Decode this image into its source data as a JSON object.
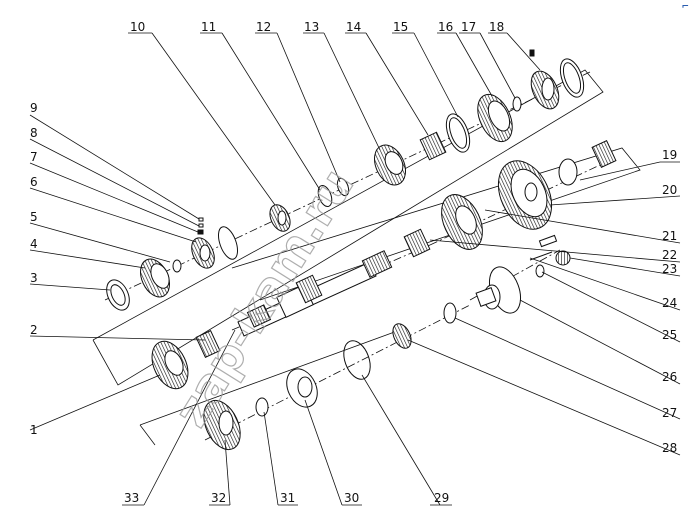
{
  "figure": {
    "watermark": "zap-kam.ru",
    "corner_mark": "⌐"
  },
  "callouts": {
    "c1": "1",
    "c2": "2",
    "c3": "3",
    "c4": "4",
    "c5": "5",
    "c6": "6",
    "c7": "7",
    "c8": "8",
    "c9": "9",
    "c10": "10",
    "c11": "11",
    "c12": "12",
    "c13": "13",
    "c14": "14",
    "c15": "15",
    "c16": "16",
    "c17": "17",
    "c18": "18",
    "c19": "19",
    "c20": "20",
    "c21": "21",
    "c22": "22",
    "c23": "23",
    "c24": "24",
    "c25": "25",
    "c26": "26",
    "c27": "27",
    "c28": "28",
    "c29": "29",
    "c30": "30",
    "c31": "31",
    "c32": "32",
    "c33": "33"
  }
}
